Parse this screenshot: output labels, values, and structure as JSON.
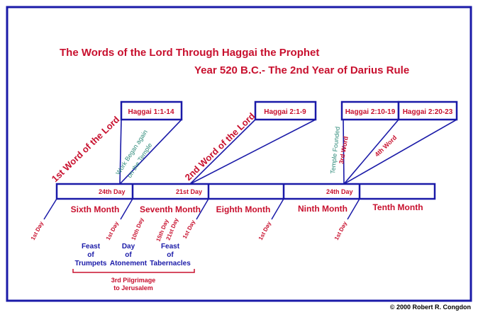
{
  "title": {
    "line1": "The Words of the Lord Through Haggai the Prophet",
    "line2": "Year 520 B.C.- The 2nd Year of Darius Rule"
  },
  "scripture_boxes": [
    {
      "ref": "Haggai 1:1-14"
    },
    {
      "ref": "Haggai 2:1-9"
    },
    {
      "ref": "Haggai 2:10-19"
    },
    {
      "ref": "Haggai 2:20-23"
    }
  ],
  "words": {
    "first": "1st Word of the Lord",
    "second": "2nd Word of the Lord",
    "third": "3rd Word",
    "fourth": "4th Word"
  },
  "events": {
    "work_began_1": "Work Began again",
    "work_began_2": "on the Temple",
    "temple_founded": "Temple Founded"
  },
  "timeline_days": {
    "sixth": "24th Day",
    "seventh": "21st Day",
    "ninth": "24th Day"
  },
  "months": [
    "Sixth Month",
    "Seventh Month",
    "Eighth  Month",
    "Ninth Month",
    "Tenth Month"
  ],
  "day_ticks": {
    "sixth_first": "1st Day",
    "seventh_first": "1st Day",
    "tenth": "10th Day",
    "fifteenth": "15th Day",
    "twentyfirst": "21st Day",
    "eighth_first_a": "1st Day",
    "eighth_first_b": "1st Day",
    "ninth_first": "1st Day"
  },
  "feasts": {
    "trumpets": [
      "Feast",
      "of",
      "Trumpets"
    ],
    "atonement": [
      "Day",
      "of",
      "Atonement"
    ],
    "tabernacles": [
      "Feast",
      "of",
      "Tabernacles"
    ]
  },
  "pilgrimage": [
    "3rd Pilgrimage",
    "to Jerusalem"
  ],
  "copyright": "© 2000 Robert R. Congdon",
  "colors": {
    "frame": "#1a1aa8",
    "text_red": "#c8102e",
    "text_green": "#2e8b7a"
  }
}
